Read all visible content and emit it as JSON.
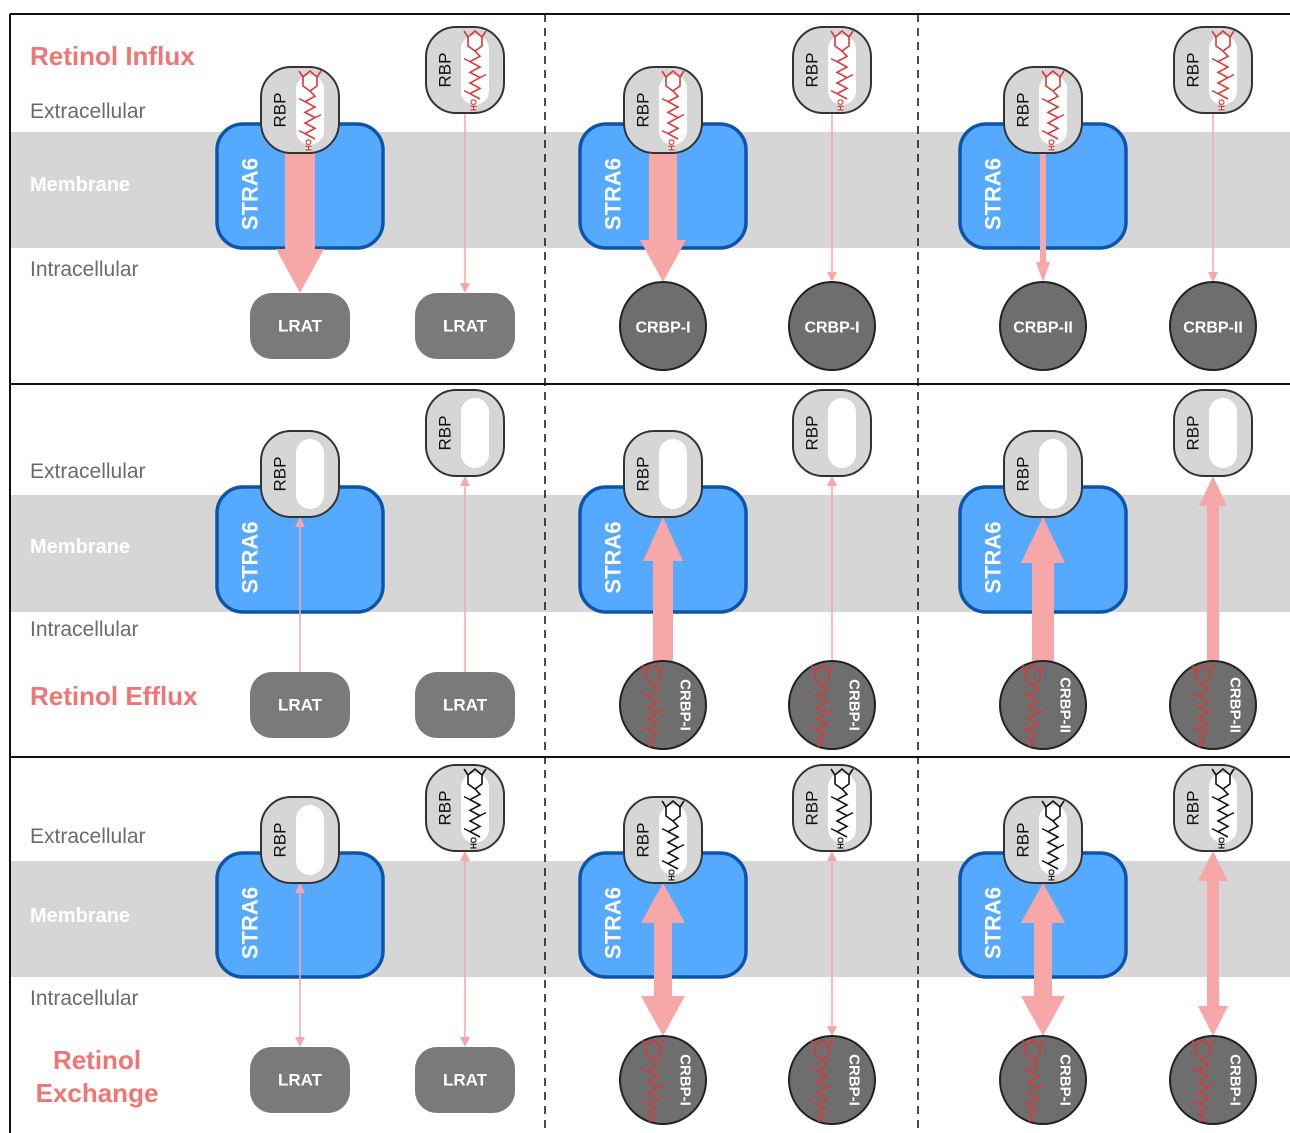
{
  "labels": {
    "extracellular": "Extracellular",
    "membrane": "Membrane",
    "intracellular": "Intracellular",
    "stra6": "STRA6",
    "rbp": "RBP",
    "lrat": "LRAT",
    "crbp1": "CRBP-I",
    "crbp2": "CRBP-II",
    "ho": "HO"
  },
  "rows": [
    {
      "title_lines": [
        "Retinol Influx"
      ],
      "cells": [
        {
          "partner": "lrat",
          "arrow": "down",
          "rbp_cargo": "retinol_red",
          "partner_cargo": "none"
        },
        {
          "partner": "lrat",
          "arrow": "down",
          "rbp_cargo": "retinol_red",
          "partner_cargo": "none"
        },
        {
          "partner": "crbp1",
          "arrow": "down",
          "rbp_cargo": "retinol_red",
          "partner_cargo": "none"
        },
        {
          "partner": "crbp1",
          "arrow": "down",
          "rbp_cargo": "retinol_red",
          "partner_cargo": "none"
        },
        {
          "partner": "crbp2",
          "arrow": "down",
          "rbp_cargo": "retinol_red",
          "partner_cargo": "none"
        },
        {
          "partner": "crbp2",
          "arrow": "down",
          "rbp_cargo": "retinol_red",
          "partner_cargo": "none"
        }
      ]
    },
    {
      "title_lines": [
        "Retinol Efflux"
      ],
      "cells": [
        {
          "partner": "lrat",
          "arrow": "up",
          "rbp_cargo": "empty",
          "partner_cargo": "none"
        },
        {
          "partner": "lrat",
          "arrow": "up",
          "rbp_cargo": "empty",
          "partner_cargo": "none"
        },
        {
          "partner": "crbp1",
          "arrow": "up",
          "rbp_cargo": "empty",
          "partner_cargo": "retinol_red"
        },
        {
          "partner": "crbp1",
          "arrow": "up",
          "rbp_cargo": "empty",
          "partner_cargo": "retinol_red"
        },
        {
          "partner": "crbp2",
          "arrow": "up",
          "rbp_cargo": "empty",
          "partner_cargo": "retinol_red"
        },
        {
          "partner": "crbp2",
          "arrow": "up",
          "rbp_cargo": "empty",
          "partner_cargo": "retinol_red"
        }
      ]
    },
    {
      "title_lines": [
        "Retinol",
        "Exchange"
      ],
      "cells": [
        {
          "partner": "lrat",
          "arrow": "both",
          "rbp_cargo": "empty",
          "partner_cargo": "none"
        },
        {
          "partner": "lrat",
          "arrow": "both",
          "rbp_cargo": "retinol_black",
          "partner_cargo": "none"
        },
        {
          "partner": "crbp1",
          "arrow": "both",
          "rbp_cargo": "retinol_black",
          "partner_cargo": "retinol_red"
        },
        {
          "partner": "crbp1",
          "arrow": "both",
          "rbp_cargo": "retinol_black",
          "partner_cargo": "retinol_red"
        },
        {
          "partner": "crbp1",
          "arrow": "both",
          "rbp_cargo": "retinol_black",
          "partner_cargo": "retinol_red"
        },
        {
          "partner": "crbp1",
          "arrow": "both",
          "rbp_cargo": "retinol_black",
          "partner_cargo": "retinol_red"
        }
      ]
    }
  ],
  "colors": {
    "stra6_fill": "#55a9ff",
    "stra6_border": "#0d55a8",
    "membrane_band": "#d6d6d6",
    "arrow": "#f7a7a7",
    "retinol_red": "#d63a3a",
    "retinol_black": "#111111",
    "partner_fill": "#7a7a7a",
    "rbp_fill": "#d6d6d6",
    "title": "#f07575"
  }
}
